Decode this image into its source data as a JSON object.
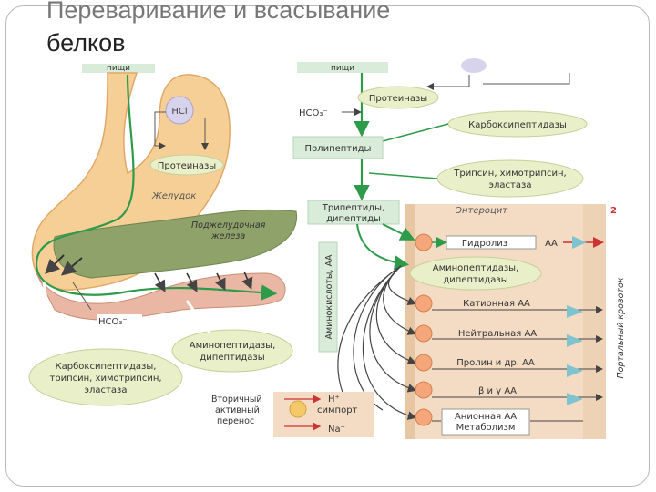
{
  "slide": {
    "title_line1": "Переваривание и всасывание",
    "title_line2": "белков"
  },
  "stomach": {
    "food_label": "пищи",
    "hcl": "HCl",
    "proteinases": "Протеиназы",
    "stomach_label": "Желудок",
    "pancreas_label_1": "Поджелудочная",
    "pancreas_label_2": "железа",
    "hco3": "HCO₃⁻",
    "enzymes_1": "Карбоксипептидазы,",
    "enzymes_2": "трипсин, химотрипсин,",
    "enzymes_3": "эластаза",
    "amino_1": "Аминопептидазы,",
    "amino_2": "дипептидазы"
  },
  "pathway": {
    "food_label": "пищи",
    "hco3": "HCO₃⁻",
    "proteinases": "Протеиназы",
    "carboxypeptidases": "Карбоксипептидазы",
    "polypeptides": "Полипептиды",
    "trypsin_1": "Трипсин, химотрипсин,",
    "trypsin_2": "эластаза",
    "tripeptides_1": "Трипептиды,",
    "tripeptides_2": "дипептиды",
    "amino_acids": "Аминокислоты, АА",
    "aminopeptidases_1": "Аминопептидазы,",
    "aminopeptidases_2": "дипептидазы",
    "enterocyte": "Энтероцит",
    "panel_number": "2",
    "hydrolysis": "Гидролиз",
    "aa": "АА",
    "cationic": "Катионная АА",
    "neutral": "Нейтральная АА",
    "proline": "Пролин и др. АА",
    "beta_gamma": "β и γ АА",
    "anionic_1": "Анионная АА",
    "anionic_2": "Метаболизм",
    "portal": "Портальный кровоток",
    "legend_1": "Вторичный",
    "legend_2": "активный",
    "legend_3": "перенос",
    "h_plus": "H⁺",
    "symport": "симпорт",
    "na_plus": "Na⁺"
  },
  "colors": {
    "green_arrow": "#2e9b4a",
    "stomach_fill": "#f6cf96",
    "pancreas_fill": "#8fa26a",
    "enzyme_oval": "#e9efc8",
    "enterocyte_bg": "#f4dcc4",
    "channel": "#7fc3cf",
    "transporter": "#f5a67a"
  }
}
